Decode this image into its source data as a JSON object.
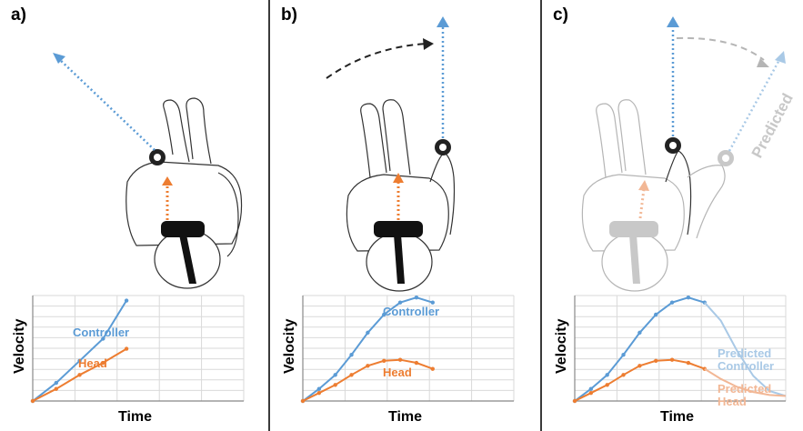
{
  "panels": [
    {
      "label": "a)",
      "chart": {
        "ylabel": "Velocity",
        "xlabel": "Time",
        "series": [
          {
            "name": "Controller",
            "color": "#5b9bd5"
          },
          {
            "name": "Head",
            "color": "#ed7d31"
          }
        ]
      }
    },
    {
      "label": "b)",
      "chart": {
        "ylabel": "Velocity",
        "xlabel": "Time",
        "series": [
          {
            "name": "Controller",
            "color": "#5b9bd5"
          },
          {
            "name": "Head",
            "color": "#ed7d31"
          }
        ]
      }
    },
    {
      "label": "c)",
      "chart": {
        "ylabel": "Velocity",
        "xlabel": "Time",
        "series": [
          {
            "name": "Predicted Controller",
            "color": "#a9c9e6"
          },
          {
            "name": "Predicted Head",
            "color": "#f2b795"
          }
        ]
      },
      "arrow_label": "Predicted"
    }
  ],
  "colors": {
    "controller": "#5b9bd5",
    "head": "#ed7d31",
    "faded": "#c8c8c8",
    "dashed_arrow": "#222222"
  },
  "chart_data": [
    {
      "type": "line",
      "title": "",
      "xlabel": "Time",
      "ylabel": "Velocity",
      "grid": true,
      "series": [
        {
          "name": "Controller",
          "x": [
            0,
            1,
            2,
            3,
            4
          ],
          "y": [
            0,
            0.18,
            0.4,
            0.62,
            1.0
          ]
        },
        {
          "name": "Head",
          "x": [
            0,
            1,
            2,
            3,
            4
          ],
          "y": [
            0,
            0.12,
            0.26,
            0.38,
            0.52
          ]
        }
      ]
    },
    {
      "type": "line",
      "title": "",
      "xlabel": "Time",
      "ylabel": "Velocity",
      "grid": true,
      "series": [
        {
          "name": "Controller",
          "x": [
            0,
            1,
            2,
            3,
            4,
            5,
            6,
            7,
            8
          ],
          "y": [
            0,
            0.12,
            0.26,
            0.46,
            0.68,
            0.86,
            0.98,
            1.03,
            0.98
          ]
        },
        {
          "name": "Head",
          "x": [
            0,
            1,
            2,
            3,
            4,
            5,
            6,
            7,
            8
          ],
          "y": [
            0,
            0.08,
            0.16,
            0.26,
            0.35,
            0.4,
            0.41,
            0.38,
            0.32
          ]
        }
      ]
    },
    {
      "type": "line",
      "title": "",
      "xlabel": "Time",
      "ylabel": "Velocity",
      "grid": true,
      "series": [
        {
          "name": "Controller",
          "x": [
            0,
            1,
            2,
            3,
            4,
            5,
            6,
            7,
            8
          ],
          "y": [
            0,
            0.12,
            0.26,
            0.46,
            0.68,
            0.86,
            0.98,
            1.03,
            0.98
          ]
        },
        {
          "name": "Predicted Controller",
          "x": [
            8,
            9,
            10,
            11,
            12,
            13
          ],
          "y": [
            0.98,
            0.8,
            0.5,
            0.25,
            0.1,
            0.05
          ]
        },
        {
          "name": "Head",
          "x": [
            0,
            1,
            2,
            3,
            4,
            5,
            6,
            7,
            8
          ],
          "y": [
            0,
            0.08,
            0.16,
            0.26,
            0.35,
            0.4,
            0.41,
            0.38,
            0.32
          ]
        },
        {
          "name": "Predicted Head",
          "x": [
            8,
            9,
            10,
            11,
            12,
            13
          ],
          "y": [
            0.32,
            0.22,
            0.14,
            0.09,
            0.06,
            0.05
          ]
        }
      ]
    }
  ]
}
